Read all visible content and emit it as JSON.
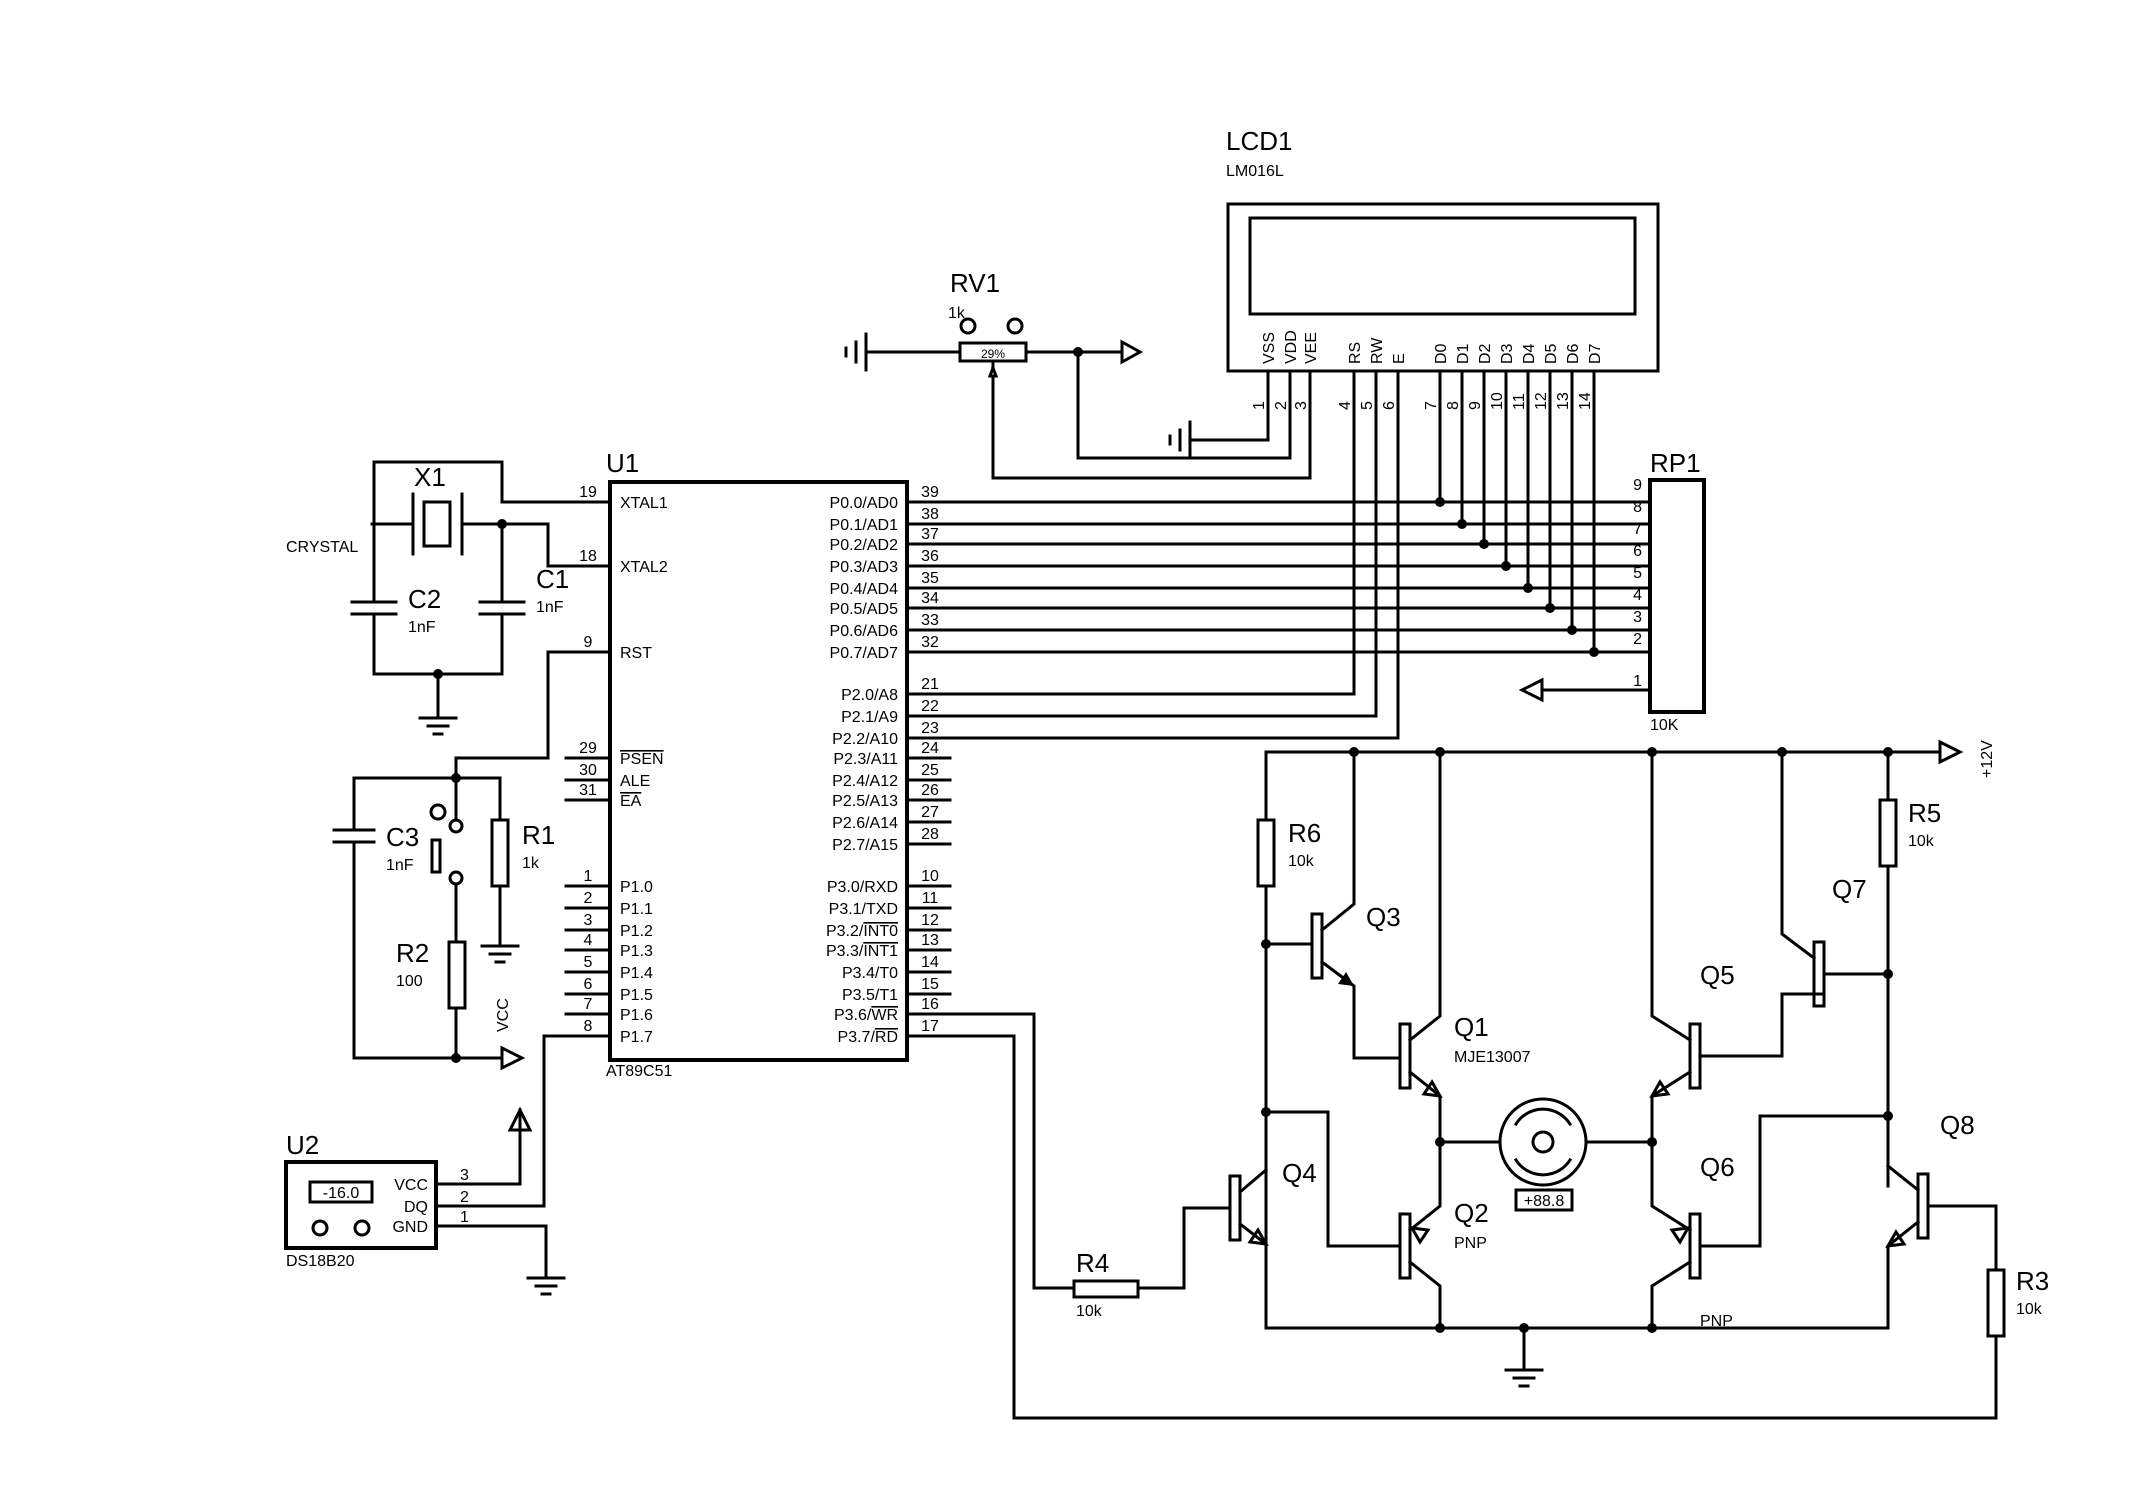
{
  "lcd": {
    "ref": "LCD1",
    "part": "LM016L",
    "pins": [
      "VSS",
      "VDD",
      "VEE",
      "RS",
      "RW",
      "E",
      "D0",
      "D1",
      "D2",
      "D3",
      "D4",
      "D5",
      "D6",
      "D7"
    ],
    "pin_numbers": [
      "1",
      "2",
      "3",
      "4",
      "5",
      "6",
      "7",
      "8",
      "9",
      "10",
      "11",
      "12",
      "13",
      "14"
    ]
  },
  "rv1": {
    "ref": "RV1",
    "value": "1k",
    "setting": "29%"
  },
  "u1": {
    "ref": "U1",
    "part": "AT89C51",
    "left_pins": [
      {
        "num": "19",
        "name": "XTAL1"
      },
      {
        "num": "18",
        "name": "XTAL2"
      },
      {
        "num": "9",
        "name": "RST"
      },
      {
        "num": "29",
        "name": "PSEN"
      },
      {
        "num": "30",
        "name": "ALE"
      },
      {
        "num": "31",
        "name": "EA"
      },
      {
        "num": "1",
        "name": "P1.0"
      },
      {
        "num": "2",
        "name": "P1.1"
      },
      {
        "num": "3",
        "name": "P1.2"
      },
      {
        "num": "4",
        "name": "P1.3"
      },
      {
        "num": "5",
        "name": "P1.4"
      },
      {
        "num": "6",
        "name": "P1.5"
      },
      {
        "num": "7",
        "name": "P1.6"
      },
      {
        "num": "8",
        "name": "P1.7"
      }
    ],
    "right_pins": [
      {
        "num": "39",
        "name": "P0.0/AD0"
      },
      {
        "num": "38",
        "name": "P0.1/AD1"
      },
      {
        "num": "37",
        "name": "P0.2/AD2"
      },
      {
        "num": "36",
        "name": "P0.3/AD3"
      },
      {
        "num": "35",
        "name": "P0.4/AD4"
      },
      {
        "num": "34",
        "name": "P0.5/AD5"
      },
      {
        "num": "33",
        "name": "P0.6/AD6"
      },
      {
        "num": "32",
        "name": "P0.7/AD7"
      },
      {
        "num": "21",
        "name": "P2.0/A8"
      },
      {
        "num": "22",
        "name": "P2.1/A9"
      },
      {
        "num": "23",
        "name": "P2.2/A10"
      },
      {
        "num": "24",
        "name": "P2.3/A11"
      },
      {
        "num": "25",
        "name": "P2.4/A12"
      },
      {
        "num": "26",
        "name": "P2.5/A13"
      },
      {
        "num": "27",
        "name": "P2.6/A14"
      },
      {
        "num": "28",
        "name": "P2.7/A15"
      },
      {
        "num": "10",
        "name": "P3.0/RXD"
      },
      {
        "num": "11",
        "name": "P3.1/TXD"
      },
      {
        "num": "12",
        "name": "P3.2/INT0"
      },
      {
        "num": "13",
        "name": "P3.3/INT1"
      },
      {
        "num": "14",
        "name": "P3.4/T0"
      },
      {
        "num": "15",
        "name": "P3.5/T1"
      },
      {
        "num": "16",
        "name": "P3.6/WR"
      },
      {
        "num": "17",
        "name": "P3.7/RD"
      }
    ]
  },
  "x1": {
    "ref": "X1",
    "part": "CRYSTAL"
  },
  "c1": {
    "ref": "C1",
    "value": "1nF"
  },
  "c2": {
    "ref": "C2",
    "value": "1nF"
  },
  "c3": {
    "ref": "C3",
    "value": "1nF"
  },
  "r1": {
    "ref": "R1",
    "value": "1k"
  },
  "r2": {
    "ref": "R2",
    "value": "100"
  },
  "vcc_label": "VCC",
  "rp1": {
    "ref": "RP1",
    "value": "10K",
    "pins": [
      "9",
      "8",
      "7",
      "6",
      "5",
      "4",
      "3",
      "2",
      "1"
    ]
  },
  "u2": {
    "ref": "U2",
    "part": "DS18B20",
    "display": "-16.0",
    "pins": [
      {
        "num": "3",
        "name": "VCC"
      },
      {
        "num": "2",
        "name": "DQ"
      },
      {
        "num": "1",
        "name": "GND"
      }
    ]
  },
  "supply": "+12V",
  "resistors": {
    "r3": {
      "ref": "R3",
      "value": "10k"
    },
    "r4": {
      "ref": "R4",
      "value": "10k"
    },
    "r5": {
      "ref": "R5",
      "value": "10k"
    },
    "r6": {
      "ref": "R6",
      "value": "10k"
    }
  },
  "transistors": {
    "q1": {
      "ref": "Q1",
      "part": "MJE13007"
    },
    "q2": {
      "ref": "Q2",
      "part": "PNP"
    },
    "q3": {
      "ref": "Q3"
    },
    "q4": {
      "ref": "Q4"
    },
    "q5": {
      "ref": "Q5"
    },
    "q6": {
      "ref": "Q6",
      "part": "PNP"
    },
    "q7": {
      "ref": "Q7"
    },
    "q8": {
      "ref": "Q8"
    }
  },
  "motor": {
    "display": "+88.8"
  }
}
